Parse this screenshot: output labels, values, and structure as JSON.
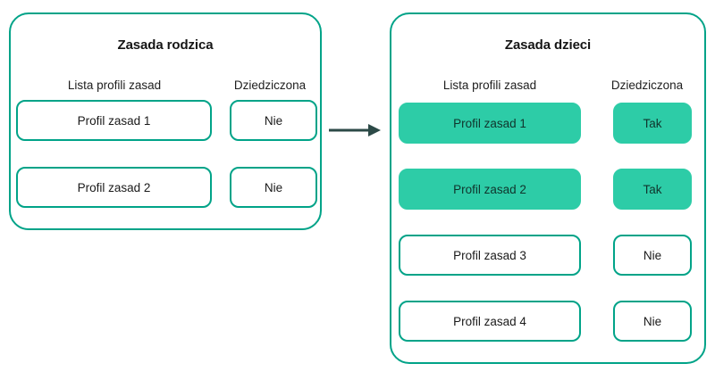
{
  "colors": {
    "border_teal": "#00a388",
    "chip_filled": "#2dcca7",
    "arrow": "#2c4a47",
    "text": "#1a1a1a",
    "background": "#ffffff"
  },
  "parent_panel": {
    "title": "Zasada rodzica",
    "columns": {
      "list": "Lista profili zasad",
      "inherited": "Dziedziczona"
    },
    "rows": [
      {
        "profile": "Profil zasad 1",
        "inherited": "Nie",
        "highlighted": false
      },
      {
        "profile": "Profil zasad 2",
        "inherited": "Nie",
        "highlighted": false
      }
    ]
  },
  "children_panel": {
    "title": "Zasada dzieci",
    "columns": {
      "list": "Lista profili zasad",
      "inherited": "Dziedziczona"
    },
    "rows": [
      {
        "profile": "Profil zasad 1",
        "inherited": "Tak",
        "highlighted": true
      },
      {
        "profile": "Profil zasad 2",
        "inherited": "Tak",
        "highlighted": true
      },
      {
        "profile": "Profil zasad 3",
        "inherited": "Nie",
        "highlighted": false
      },
      {
        "profile": "Profil zasad 4",
        "inherited": "Nie",
        "highlighted": false
      }
    ]
  },
  "connector": {
    "icon": "arrow-right-icon",
    "direction": "right"
  }
}
